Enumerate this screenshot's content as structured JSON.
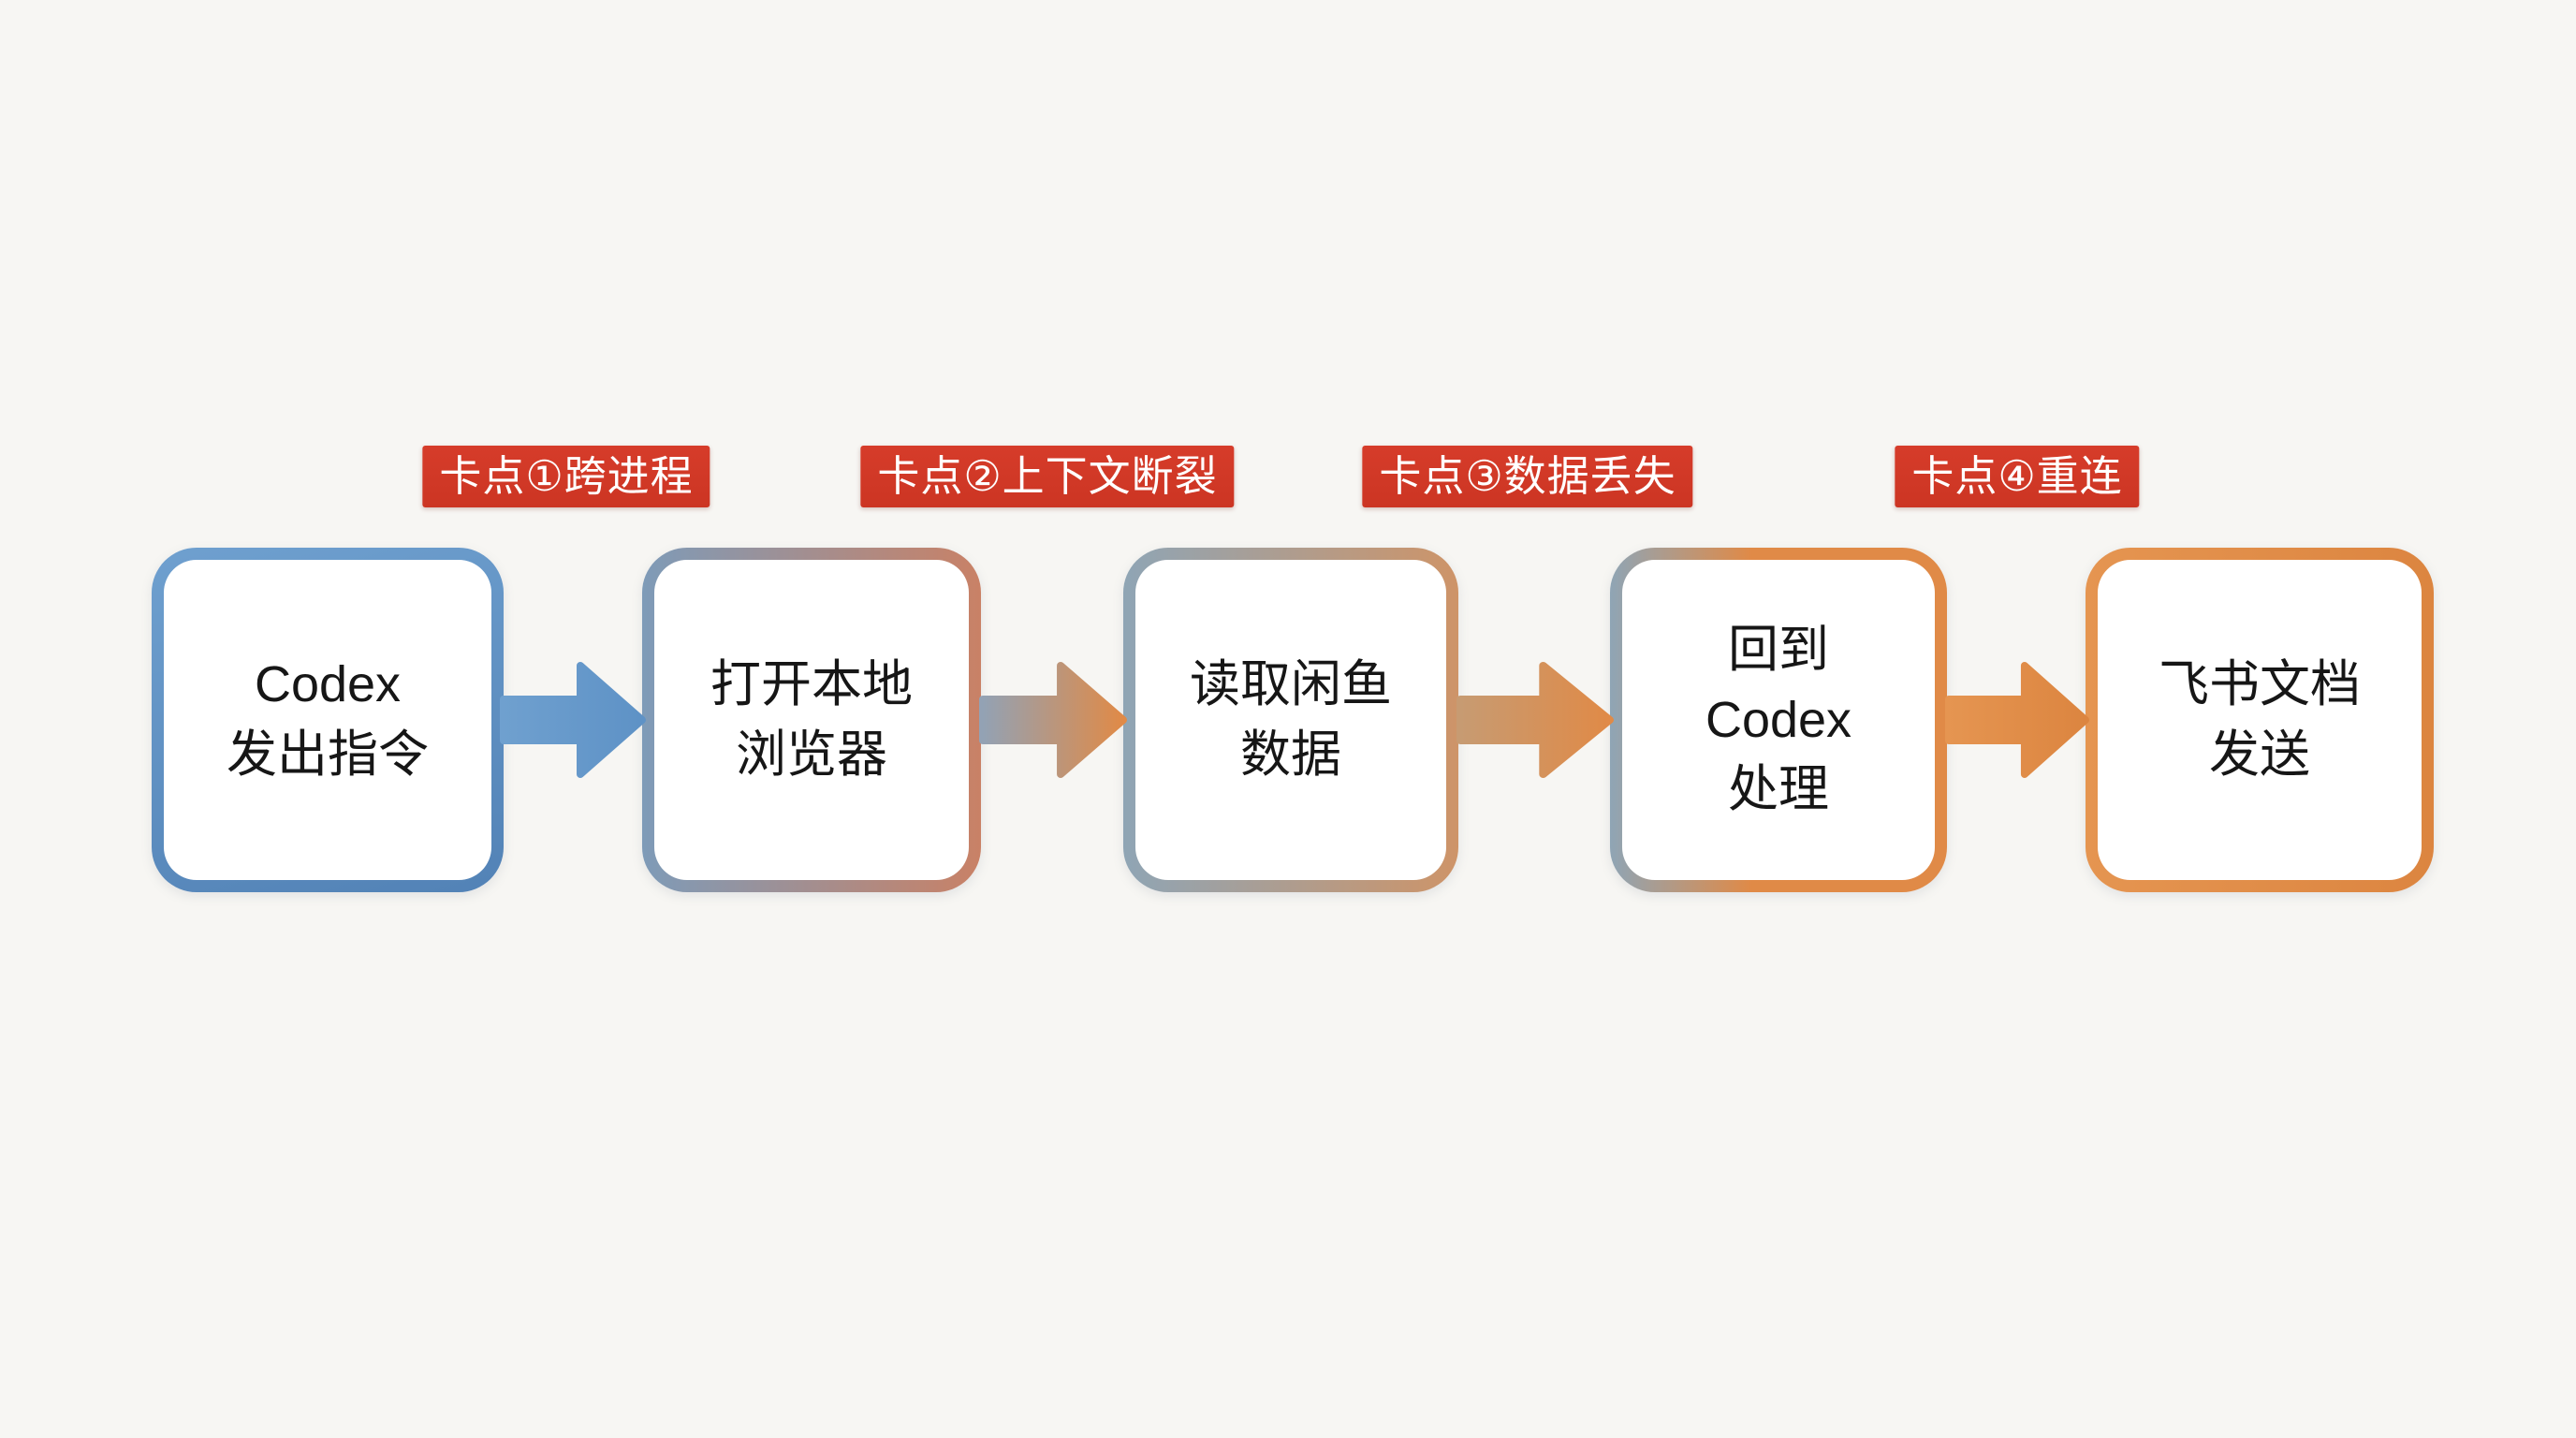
{
  "diagram": {
    "description_note": "",
    "steps": [
      {
        "text": "Codex\n发出指令"
      },
      {
        "text": "打开本地\n浏览器"
      },
      {
        "text": "读取闲鱼\n数据"
      },
      {
        "text": "回到\nCodex\n处理"
      },
      {
        "text": "飞书文档\n发送"
      }
    ],
    "blockers": [
      {
        "text": "卡点①跨进程"
      },
      {
        "text": "卡点②上下文断裂"
      },
      {
        "text": "卡点③数据丢失"
      },
      {
        "text": "卡点④重连"
      }
    ]
  },
  "colors": {
    "background": "#F7F6F3",
    "box_fill": "#FFFFFF",
    "text": "#161616",
    "badge_bg": "#D63C2A",
    "badge_text": "#FFFFFF",
    "blue": "#5E92C6",
    "blue_light": "#6FA0CF",
    "blue_deep": "#5282B6",
    "steel_blue": "#7E9BB8",
    "steel_light": "#93A2B4",
    "salmon": "#C98166",
    "slate": "#8FA5B5",
    "tan": "#C79B72",
    "tan_orange": "#CE9468",
    "orange": "#E08A47",
    "orange_light": "#E59551",
    "orange_deep": "#DC8540"
  }
}
